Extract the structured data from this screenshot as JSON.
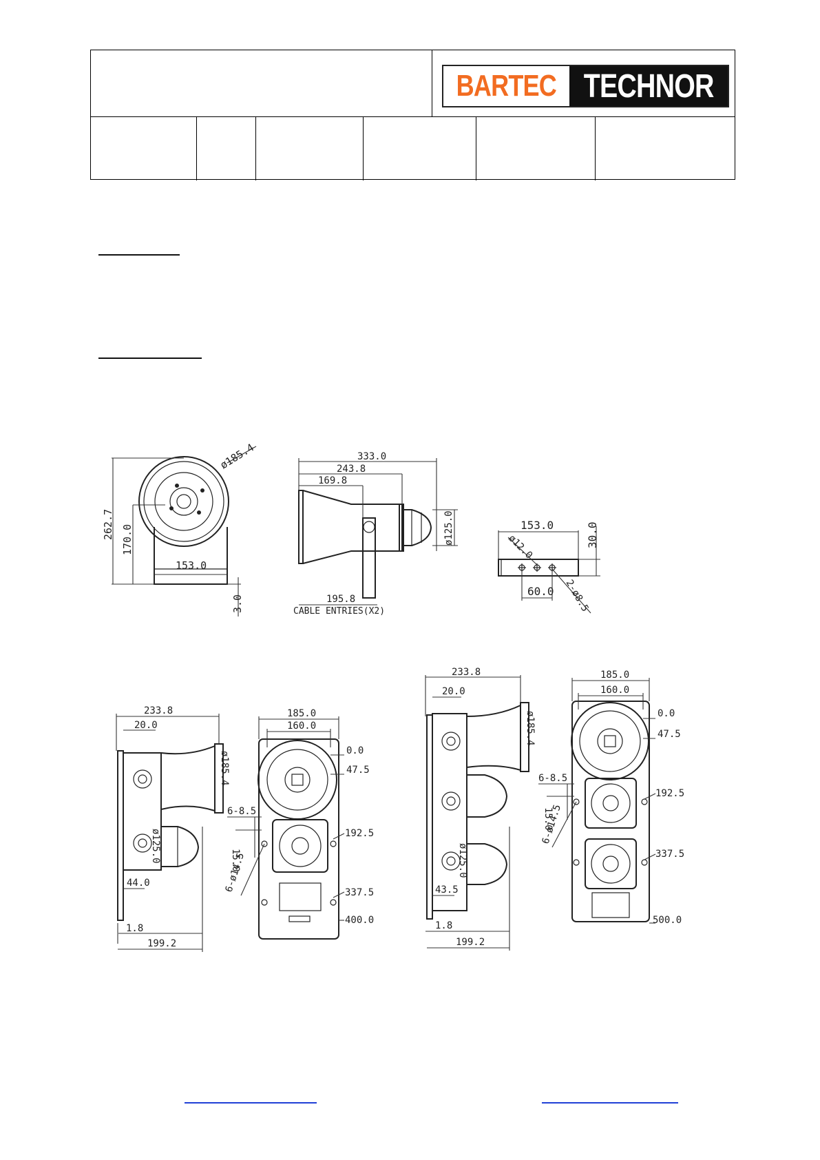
{
  "logo": {
    "brand_left": "BARTEC",
    "brand_right": "TECHNOR",
    "left_color": "#f26c21",
    "right_bg": "#111111"
  },
  "drawings": {
    "front_view": {
      "d_label": "ø185.4",
      "h_total": "262.7",
      "h_axis": "170.0",
      "w_base": "153.0",
      "t_base": "3.0"
    },
    "side_view": {
      "l1": "333.0",
      "l2": "243.8",
      "l3": "169.8",
      "d": "ø125.0",
      "l4": "195.8",
      "cable": "CABLE ENTRIES(X2)"
    },
    "bracket": {
      "w": "153.0",
      "h": "30.0",
      "hole": "ø12.0",
      "spacing": "60.0",
      "holes2": "2-ø8.5"
    },
    "two_unit": {
      "side": {
        "w": "233.8",
        "inset": "20.0",
        "d": "ø185.4",
        "d2": "ø125.0",
        "off": "44.0",
        "plate": "1.8",
        "depth": "199.2"
      },
      "front": {
        "w_outer": "185.0",
        "w_inner": "160.0",
        "y0": "0.0",
        "y1": "47.5",
        "y2": "192.5",
        "y3": "337.5",
        "y4": "400.0",
        "mount": "6-8.5",
        "spacing": "15.0",
        "holes": "6-ø14.5"
      }
    },
    "three_unit": {
      "side": {
        "w": "233.8",
        "inset": "20.0",
        "d": "ø185.4",
        "d2": "ø125.0",
        "off": "43.5",
        "plate": "1.8",
        "depth": "199.2"
      },
      "front": {
        "w_outer": "185.0",
        "w_inner": "160.0",
        "y0": "0.0",
        "y1": "47.5",
        "y2": "192.5",
        "y3": "337.5",
        "y4": "500.0",
        "mount": "6-8.5",
        "spacing": "15.0",
        "holes": "6-ø14.5"
      }
    }
  }
}
